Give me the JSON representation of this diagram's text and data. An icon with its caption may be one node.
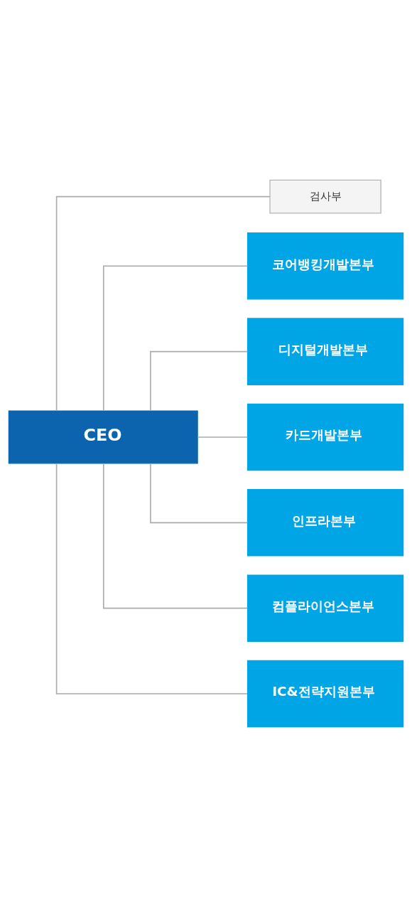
{
  "diagram": {
    "nodes": [
      {
        "text": [
          "CEO"
        ]
      },
      {
        "text": [
          "검사부"
        ]
      },
      {
        "text": [
          "코어뱅킹개발본부"
        ]
      },
      {
        "text": [
          "디지털개발본부"
        ]
      },
      {
        "text": [
          "카드개발본부"
        ]
      },
      {
        "text": [
          "인프라본부"
        ]
      },
      {
        "text": [
          "컴플라이언스본부"
        ]
      },
      {
        "text": [
          "IC&전략지원본부"
        ]
      }
    ],
    "edges": [
      {
        "from": 0,
        "to": 1,
        "arrow": "none"
      },
      {
        "from": 0,
        "to": 2,
        "arrow": "none"
      },
      {
        "from": 0,
        "to": 3,
        "arrow": "none"
      },
      {
        "from": 0,
        "to": 4,
        "arrow": "none"
      },
      {
        "from": 0,
        "to": 5,
        "arrow": "none"
      },
      {
        "from": 0,
        "to": 6,
        "arrow": "none"
      },
      {
        "from": 0,
        "to": 7,
        "arrow": "none"
      }
    ]
  }
}
